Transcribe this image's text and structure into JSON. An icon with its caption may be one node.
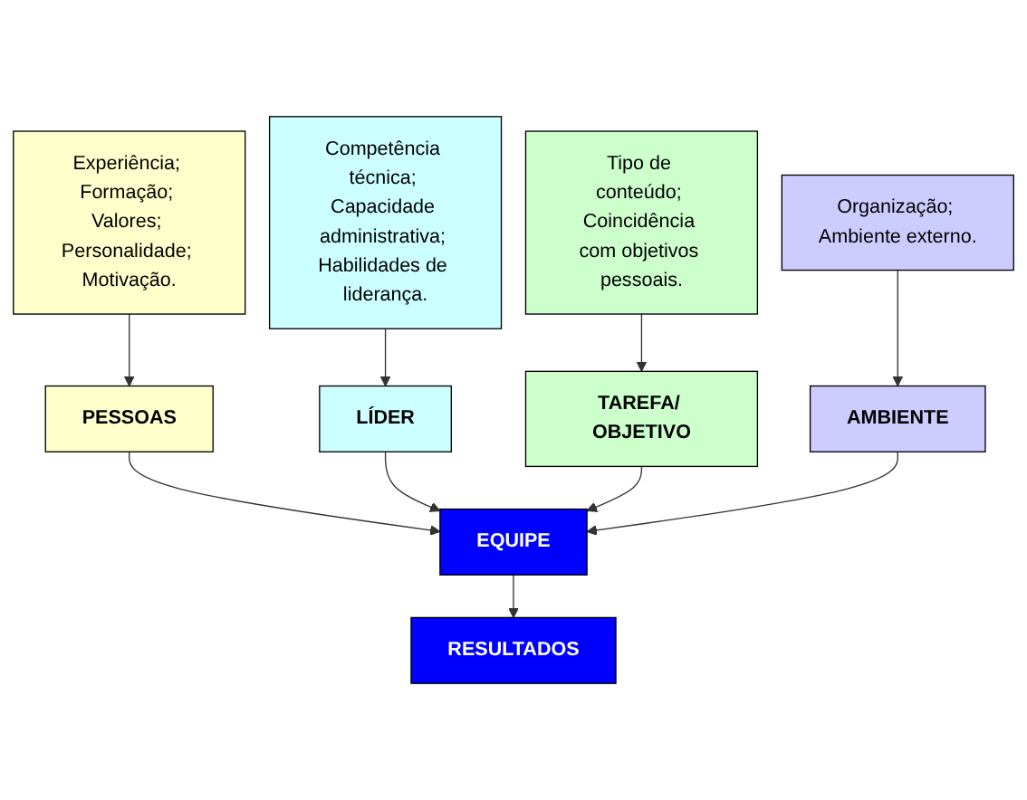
{
  "diagram": {
    "nodes": [
      {
        "text": [
          "Experiência; Formação; Valores; Personalidade; Motivação."
        ]
      },
      {
        "text": [
          "Competência técnica; Capacidade administrativa; Habilidades de liderança."
        ]
      },
      {
        "text": [
          "Tipo de conteúdo; Coincidência com objetivos pessoais."
        ]
      },
      {
        "text": [
          "Organização; Ambiente externo."
        ]
      },
      {
        "text": [
          "PESSOAS"
        ]
      },
      {
        "text": [
          "LÍDER"
        ]
      },
      {
        "text": [
          "TAREFA/ OBJETIVO"
        ]
      },
      {
        "text": [
          "AMBIENTE"
        ]
      },
      {
        "text": [
          "EQUIPE"
        ]
      },
      {
        "text": [
          "RESULTADOS"
        ]
      }
    ],
    "edges": [
      {
        "from": 0,
        "to": 4,
        "arrow": "to"
      },
      {
        "from": 1,
        "to": 5,
        "arrow": "to"
      },
      {
        "from": 2,
        "to": 6,
        "arrow": "to"
      },
      {
        "from": 3,
        "to": 7,
        "arrow": "to"
      },
      {
        "from": 4,
        "to": 8,
        "arrow": "to"
      },
      {
        "from": 5,
        "to": 8,
        "arrow": "to"
      },
      {
        "from": 6,
        "to": 8,
        "arrow": "to"
      },
      {
        "from": 7,
        "to": 8,
        "arrow": "to"
      },
      {
        "from": 8,
        "to": 9,
        "arrow": "to"
      }
    ]
  }
}
